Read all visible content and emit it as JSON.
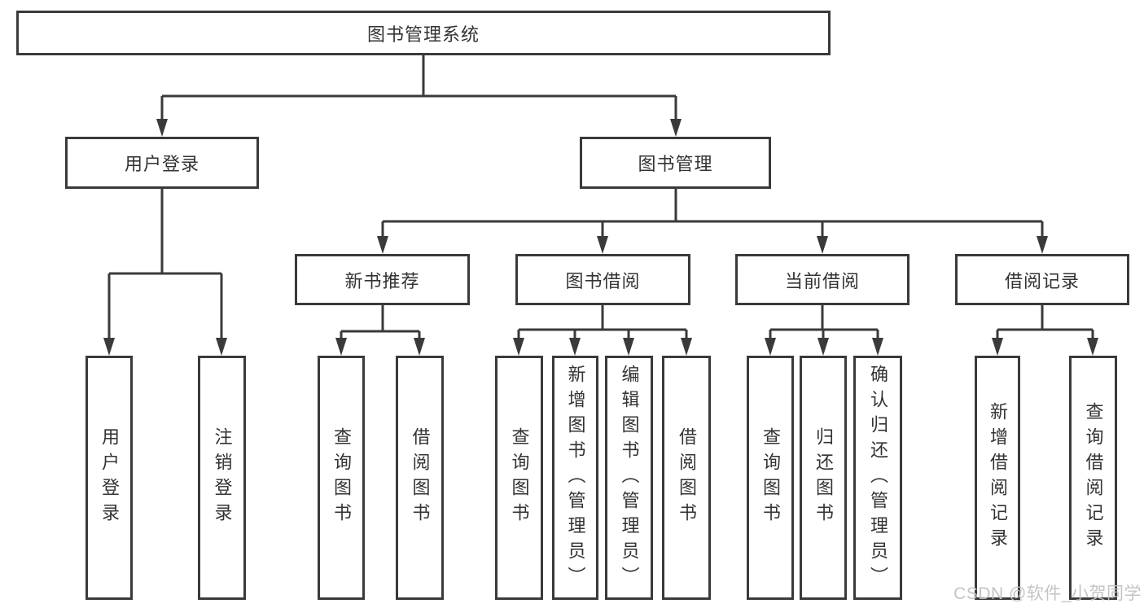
{
  "diagram": {
    "watermark": "CSDN @软件_小贺同学",
    "colors": {
      "line": "#3a3a3a",
      "text": "#333333",
      "watermark": "#c1c1c1",
      "background": "#ffffff"
    },
    "nodes": {
      "root": {
        "label": "图书管理系统"
      },
      "user_login": {
        "label": "用户登录"
      },
      "book_mgmt": {
        "label": "图书管理"
      },
      "ul_login": {
        "label": "用户登录"
      },
      "ul_logout": {
        "label": "注销登录"
      },
      "rec": {
        "label": "新书推荐"
      },
      "borrow": {
        "label": "图书借阅"
      },
      "current": {
        "label": "当前借阅"
      },
      "record": {
        "label": "借阅记录"
      },
      "rec_query": {
        "label": "查询图书"
      },
      "rec_borrow": {
        "label": "借阅图书"
      },
      "bor_query": {
        "label": "查询图书"
      },
      "bor_add": {
        "label": "新增图书（管理员）"
      },
      "bor_edit": {
        "label": "编辑图书（管理员）"
      },
      "bor_lend": {
        "label": "借阅图书"
      },
      "cur_query": {
        "label": "查询图书"
      },
      "cur_return": {
        "label": "归还图书"
      },
      "cur_confirm": {
        "label": "确认归还（管理员）"
      },
      "rcd_add": {
        "label": "新增借阅记录"
      },
      "rcd_query": {
        "label": "查询借阅记录"
      }
    },
    "hierarchy": {
      "图书管理系统": {
        "用户登录": [
          "用户登录",
          "注销登录"
        ],
        "图书管理": {
          "新书推荐": [
            "查询图书",
            "借阅图书"
          ],
          "图书借阅": [
            "查询图书",
            "新增图书（管理员）",
            "编辑图书（管理员）",
            "借阅图书"
          ],
          "当前借阅": [
            "查询图书",
            "归还图书",
            "确认归还（管理员）"
          ],
          "借阅记录": [
            "新增借阅记录",
            "查询借阅记录"
          ]
        }
      }
    }
  }
}
